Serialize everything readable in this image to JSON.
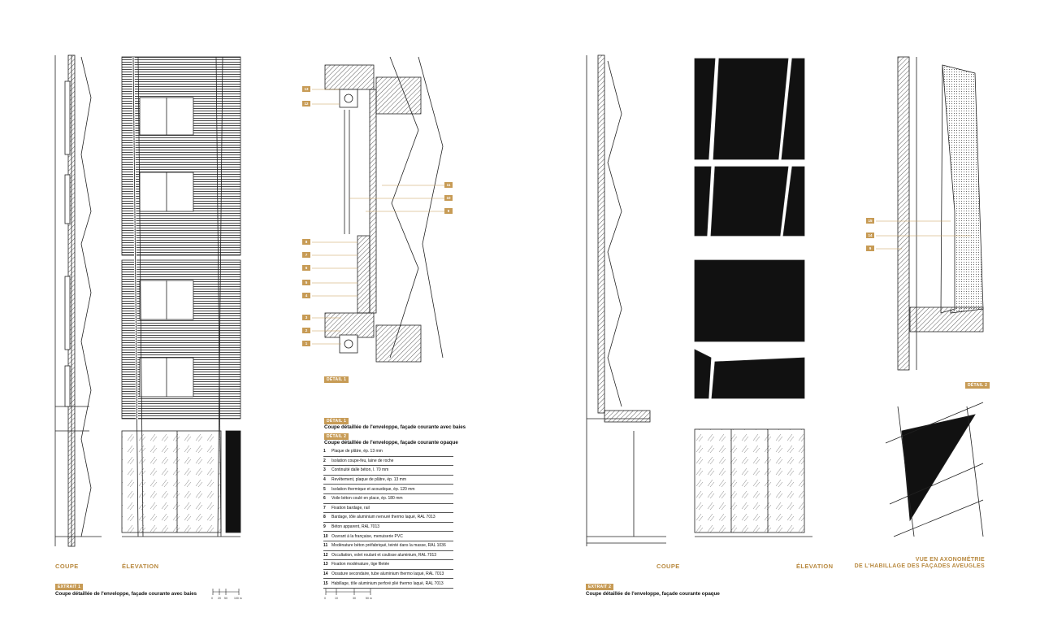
{
  "captions": {
    "coupe_left": "COUPE",
    "elevation_left": "ÉLEVATION",
    "coupe_right": "COUPE",
    "elevation_right": "ÉLEVATION",
    "axo_line1": "VUE EN AXONOMÉTRIE",
    "axo_line2": "DE L'HABILLAGE DES FAÇADES AVEUGLES"
  },
  "tags": {
    "extrait1": "EXTRAIT 1",
    "extrait2": "EXTRAIT 2",
    "detail1": "DÉTAIL 1",
    "detail1b": "DÉTAIL 1",
    "detail2": "DÉTAIL 2",
    "detail2b": "DÉTAIL 2"
  },
  "subtitles": {
    "extrait1": "Coupe détaillée de l'enveloppe, façade courante avec baies",
    "extrait2": "Coupe détaillée de l'enveloppe, façade courante opaque",
    "detail1": "Coupe détaillée de l'enveloppe, façade courante avec baies",
    "detail2": "Coupe détaillée de l'enveloppe, façade courante opaque"
  },
  "detail1_labels": {
    "top": [
      "13",
      "12"
    ],
    "right": [
      "11",
      "10",
      "9"
    ],
    "left": [
      "8",
      "7",
      "6",
      "5",
      "4",
      "3",
      "2",
      "1"
    ]
  },
  "detail2_labels": [
    "15",
    "14",
    "9"
  ],
  "legend": [
    {
      "n": "1",
      "t": "Plaque de plâtre, ép. 13 mm"
    },
    {
      "n": "2",
      "t": "Isolation coupe-feu, laine de roche"
    },
    {
      "n": "3",
      "t": "Continuité dalle béton, l. 70 mm"
    },
    {
      "n": "4",
      "t": "Revêtement, plaque de plâtre, ép. 13 mm"
    },
    {
      "n": "5",
      "t": "Isolation thermique et acoustique, ép. 120 mm"
    },
    {
      "n": "6",
      "t": "Voile béton coulé en place, ép. 180 mm"
    },
    {
      "n": "7",
      "t": "Fixation bardage, rail"
    },
    {
      "n": "8",
      "t": "Bardage, tôle aluminium nervuré thermo laqué, RAL 7013"
    },
    {
      "n": "9",
      "t": "Béton apparent, RAL 7013"
    },
    {
      "n": "10",
      "t": "Ouvrant à la française, menuiserie PVC"
    },
    {
      "n": "11",
      "t": "Modénature béton préfabriqué, teinté dans la masse, RAL 1036"
    },
    {
      "n": "12",
      "t": "Occultation, volet roulant et coulisse aluminium, RAL 7013"
    },
    {
      "n": "13",
      "t": "Fixation modénature, tige filetée"
    },
    {
      "n": "14",
      "t": "Ossature secondaire, tube aluminium thermo laqué, RAL 7013"
    },
    {
      "n": "15",
      "t": "Habillage, tôle aluminium perforé plié thermo laqué, RAL 7013"
    }
  ],
  "scale1": [
    "0",
    "20",
    "50",
    "100 m"
  ],
  "scale2": [
    "0",
    "10",
    "30",
    "50 m"
  ],
  "colors": {
    "accent": "#c79b55",
    "ink": "#111111"
  }
}
